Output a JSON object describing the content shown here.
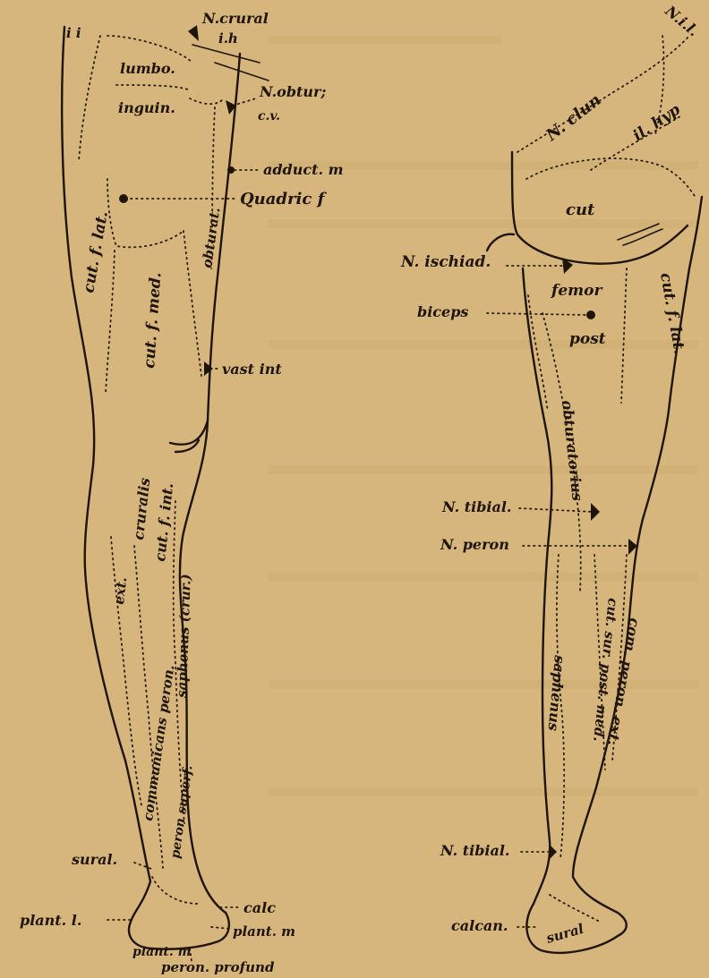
{
  "colors": {
    "paper": "#d6b67c",
    "ink": "#1f1408"
  },
  "anterior_labels": {
    "ii": "i i",
    "n_crural": "N.crural",
    "ih": "i.h",
    "lumbo": "lumbo.",
    "inguin": "inguin.",
    "n_obtur": "N.obtur;",
    "cv": "c.v.",
    "adduct_m": "adduct. m",
    "quadric_f": "Quadric f",
    "cut_f_lat": "cut. f. lat.",
    "cut_f_med": "cut. f. med.",
    "obturat": "obturat.",
    "vast_int": "vast int",
    "cruralis": "cruralis",
    "cut_f_int": "cut. f. int.",
    "ext": "ext.",
    "saphenus_crur": "saphenus (crur.)",
    "communicans_peron": "communicans peron.",
    "peron_superf": "peron superf.",
    "sural": "sural.",
    "calc": "calc",
    "plant_l": "plant. l.",
    "plant_m_1": "plant. m",
    "plant_m_2": "plant. m",
    "peron_profund": "peron. profund"
  },
  "posterior_labels": {
    "nil": "N.i.l.",
    "n_clun": "N. clun",
    "il_hyp": "il. hyp",
    "cut": "cut",
    "n_ischiad": "N. ischiad.",
    "femor": "femor",
    "biceps": "biceps",
    "post": "post",
    "cut_f_lat": "cut. f. lat.",
    "obturatorius": "obturatorius",
    "n_tibial_1": "N. tibial.",
    "n_peron": "N. peron",
    "com_peron_ext": "com. peron. ext.",
    "cut_sur_post_med": "cut. sur. post. med.",
    "saphenus": "saphenus",
    "n_tibial_2": "N. tibial.",
    "calcan": "calcan.",
    "sural": "sural"
  }
}
